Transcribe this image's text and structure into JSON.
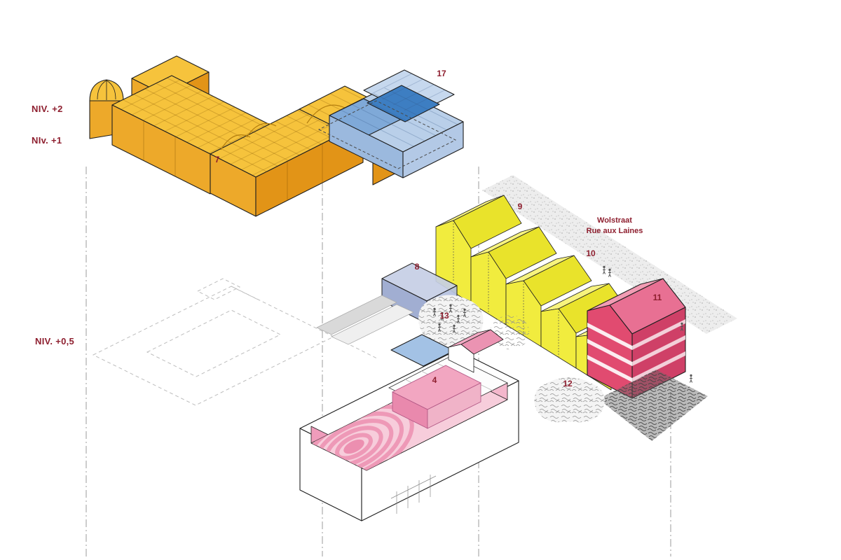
{
  "colors": {
    "label": "#8e1f2f",
    "ink": "#1f1f1f",
    "guide": "#9b9b9b",
    "plan-dash": "#bdbdbd",
    "amber": "#f6c33c",
    "amber-side": "#eda92a",
    "amber-deep": "#e29417",
    "blue-top": "#b9cfe9",
    "blue-gable": "#c6d8ee",
    "blue-core": "#3d7ec2",
    "blue-mid": "#7fa9d8",
    "blue-left": "#9bb9de",
    "blue-right": "#b3c9e6",
    "yellow-front": "#f1ec3e",
    "yellow-roofl": "#f7f37e",
    "yellow-roofr": "#e9e32b",
    "lav-top": "#c6cfe6",
    "lav-left": "#9aa8cf",
    "lav-right": "#b6c2e0",
    "crimson-front": "#e14b70",
    "crimson-side": "#cf4067",
    "crimson-roofl": "#f29cb4",
    "crimson-roofr": "#e87093",
    "pink-floor": "#f7cddb",
    "pink-wall": "#ef9cbb",
    "pink-stage": "#f2a6c1",
    "pink-seat": "#ec8fb0",
    "plaza-blue": "#a3c2e5",
    "street-fill": "#ededed"
  },
  "labels": {
    "niv2": "NIV. +2",
    "niv1": "NIv. +1",
    "niv05": "NIV. +0,5",
    "b4": "4",
    "b7": "7",
    "b8": "8",
    "b9": "9",
    "b10": "10",
    "b11": "11",
    "b12": "12",
    "b13": "13",
    "b17": "17"
  },
  "street": {
    "line1": "Wolstraat",
    "line2": "Rue aux Laines"
  }
}
